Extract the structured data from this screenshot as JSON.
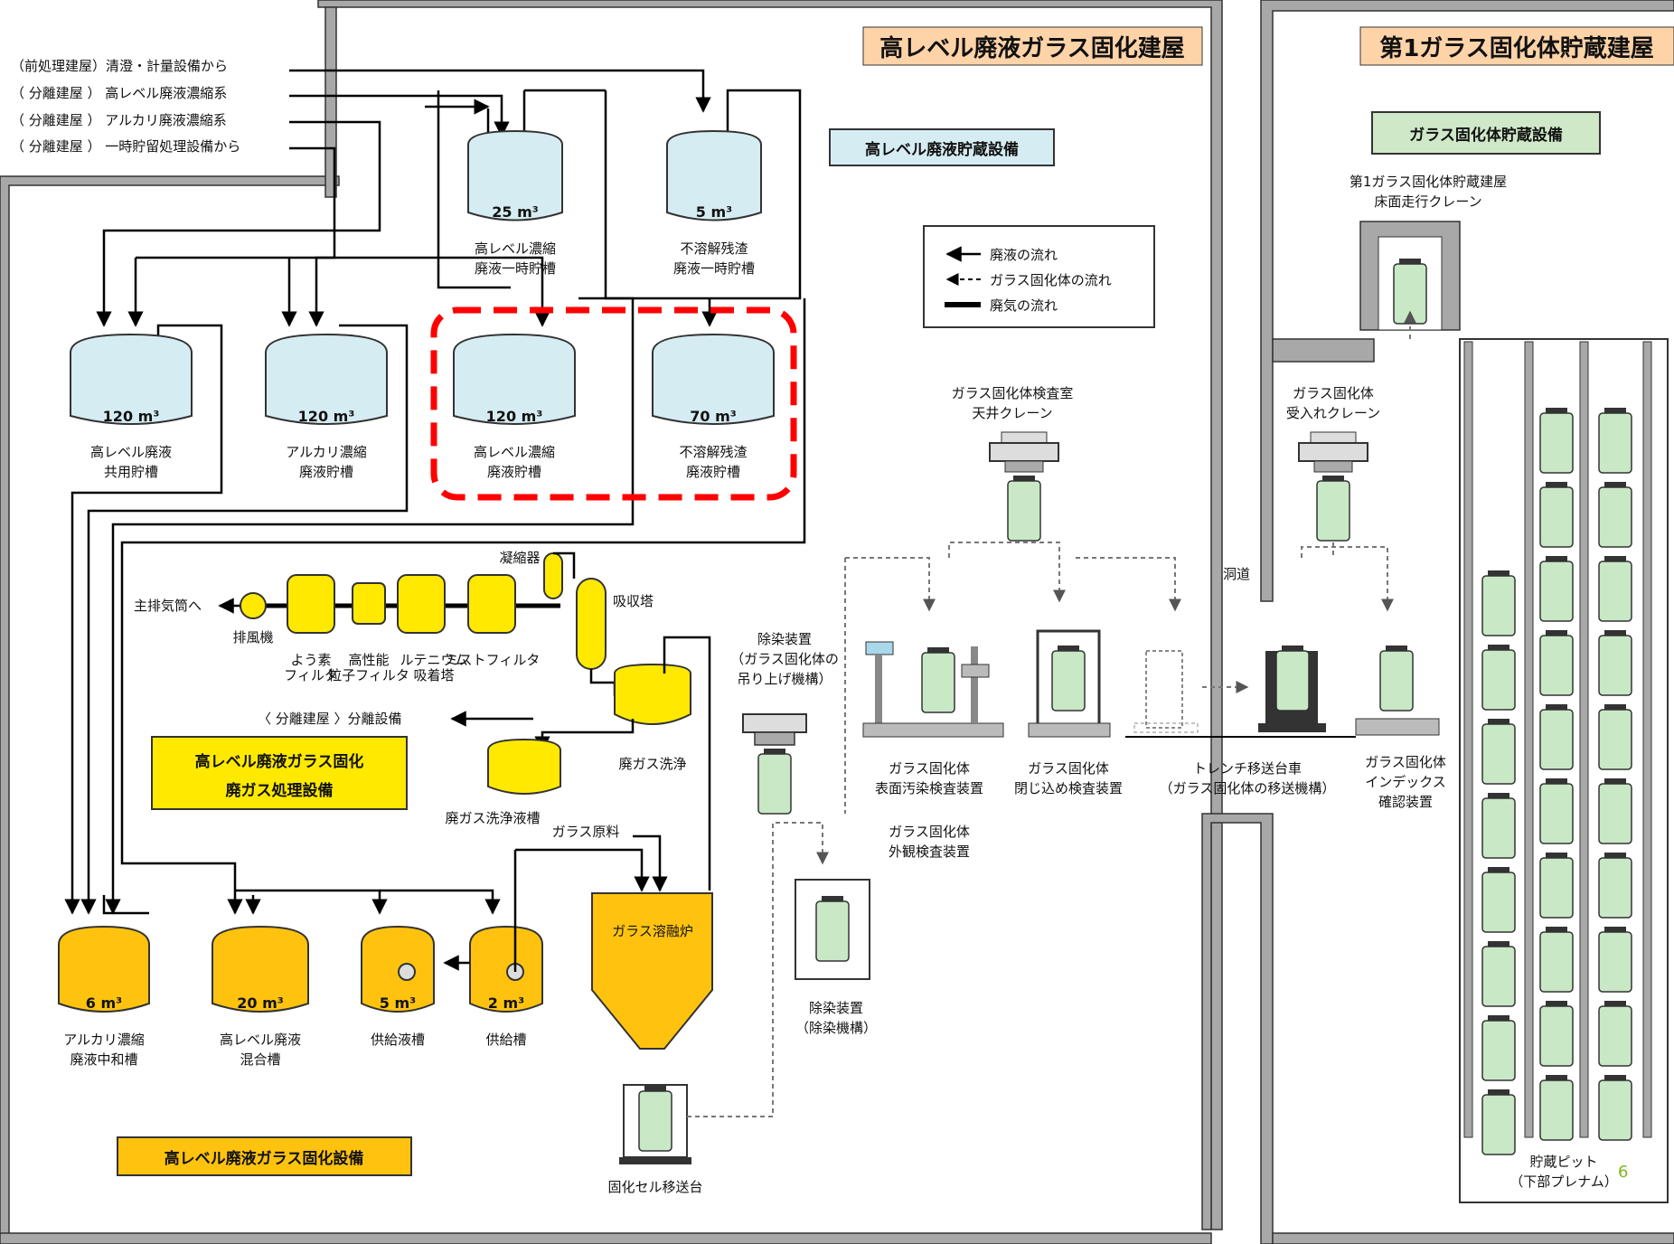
{
  "colors": {
    "tank_blue": "#d6ecf3",
    "tank_yellow": "#ffe900",
    "tank_orange": "#ffc30f",
    "canister": "#c9e8c6",
    "title_orange": "#ffd3a8",
    "title_green": "#cfe8c8",
    "highlight": "#ff0000",
    "wall": "#a8a8a8",
    "page_number": "#7fb51f"
  },
  "buildings": {
    "vitrification": "高レベル廃液ガラス固化建屋",
    "storage": "第1ガラス固化体貯蔵建屋"
  },
  "sections": {
    "hlw_storage": "高レベル廃液貯蔵設備",
    "glass_storage": "ガラス固化体貯蔵設備",
    "offgas": [
      "高レベル廃液ガラス固化",
      "廃ガス処理設備"
    ],
    "vitrification": "高レベル廃液ガラス固化設備"
  },
  "inputs": [
    "（前処理建屋）清澄・計量設備から",
    "（ 分離建屋 ） 高レベル廃液濃縮系",
    "（ 分離建屋 ） アルカリ廃液濃縮系",
    "（ 分離建屋 ） 一時貯留処理設備から"
  ],
  "legend": [
    "廃液の流れ",
    "ガラス固化体の流れ",
    "廃気の流れ"
  ],
  "tanks_top": [
    {
      "vol": "25 m³",
      "name": [
        "高レベル濃縮",
        "廃液一時貯槽"
      ]
    },
    {
      "vol": "5 m³",
      "name": [
        "不溶解残渣",
        "廃液一時貯槽"
      ]
    }
  ],
  "tanks_mid": [
    {
      "vol": "120 m³",
      "name": [
        "高レベル廃液",
        "共用貯槽"
      ]
    },
    {
      "vol": "120 m³",
      "name": [
        "アルカリ濃縮",
        "廃液貯槽"
      ]
    },
    {
      "vol": "120 m³",
      "name": [
        "高レベル濃縮",
        "廃液貯槽"
      ]
    },
    {
      "vol": "70 m³",
      "name": [
        "不溶解残渣",
        "廃液貯槽"
      ]
    }
  ],
  "tanks_low": [
    {
      "vol": "6 m³",
      "name": [
        "アルカリ濃縮",
        "廃液中和槽"
      ]
    },
    {
      "vol": "20 m³",
      "name": [
        "高レベル廃液",
        "混合槽"
      ]
    },
    {
      "vol": "5 m³",
      "name": [
        "供給液槽",
        ""
      ]
    },
    {
      "vol": "2 m³",
      "name": [
        "供給槽",
        ""
      ]
    }
  ],
  "offgas_labels": {
    "to_exhaust": "主排気筒へ",
    "fan": "排風機",
    "iodine": [
      "よう素",
      "フィルタ"
    ],
    "hepa": [
      "高性能",
      "粒子フィルタ"
    ],
    "ruthenium": [
      "ルテニウム",
      "吸着塔"
    ],
    "mist": "ミストフィルタ",
    "condenser": "凝縮器",
    "absorber": "吸収塔",
    "scrubber": "廃ガス洗浄",
    "scrub_tank": "廃ガス洗浄液槽",
    "to_separation": "〈 分離建屋 〉分離設備",
    "glass_raw": "ガラス原料",
    "melter": "ガラス溶融炉"
  },
  "equipment": {
    "decon_lift": [
      "除染装置",
      "（ガラス固化体の",
      "吊り上げ機構）"
    ],
    "decon_mech": [
      "除染装置",
      "（除染機構）"
    ],
    "cell_cart": "固化セル移送台",
    "inspection_crane": [
      "ガラス固化体検査室",
      "天井クレーン"
    ],
    "receiving_crane": [
      "ガラス固化体",
      "受入れクレーン"
    ],
    "floor_crane": [
      "第1ガラス固化体貯蔵建屋",
      "床面走行クレーン"
    ],
    "passage": "洞道",
    "surface_inspection": [
      "ガラス固化体",
      "表面汚染検査装置"
    ],
    "appearance_inspection": [
      "ガラス固化体",
      "外観検査装置"
    ],
    "closure_inspection": [
      "ガラス固化体",
      "閉じ込め検査装置"
    ],
    "trench_cart": [
      "トレンチ移送台車",
      "（ガラス固化体の移送機構）"
    ],
    "index_check": [
      "ガラス固化体",
      "インデックス",
      "確認装置"
    ],
    "storage_pit": [
      "貯蔵ピット",
      "（下部プレナム）"
    ]
  },
  "page_number": "6"
}
